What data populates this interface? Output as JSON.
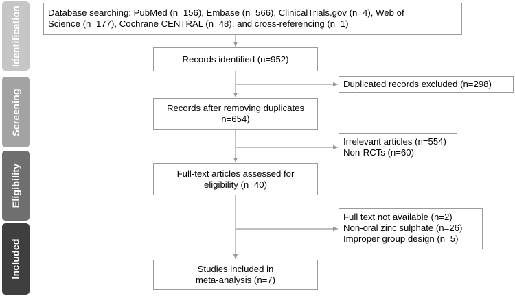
{
  "phases": {
    "identification": "Identification",
    "screening": "Screening",
    "eligibility": "Eligibility",
    "included": "Included"
  },
  "boxes": {
    "database_search": "Database searching: PubMed (n=156), Embase (n=566), ClinicalTrials.gov (n=4), Web of\nScience (n=177), Cochrane CENTRAL (n=48), and cross-referencing (n=1)",
    "records_identified": "Records identified (n=952)",
    "duplicates_excluded": "Duplicated records excluded (n=298)",
    "after_duplicates": "Records after removing duplicates\nn=654)",
    "irrelevant": "Irrelevant articles (n=554)\nNon-RCTs (n=60)",
    "full_text": "Full-text articles assessed for\neligibility (n=40)",
    "excluded_full_text": "Full text not available (n=2)\nNon-oral zinc sulphate (n=26)\nImproper group design (n=5)",
    "included_studies": "Studies included in\nmeta-analysis (n=7)"
  },
  "colors": {
    "identification": "#c6c6c6",
    "screening": "#a3a3a3",
    "eligibility": "#6f6f6f",
    "included": "#3f3f3f",
    "border": "#9a9a9a"
  }
}
